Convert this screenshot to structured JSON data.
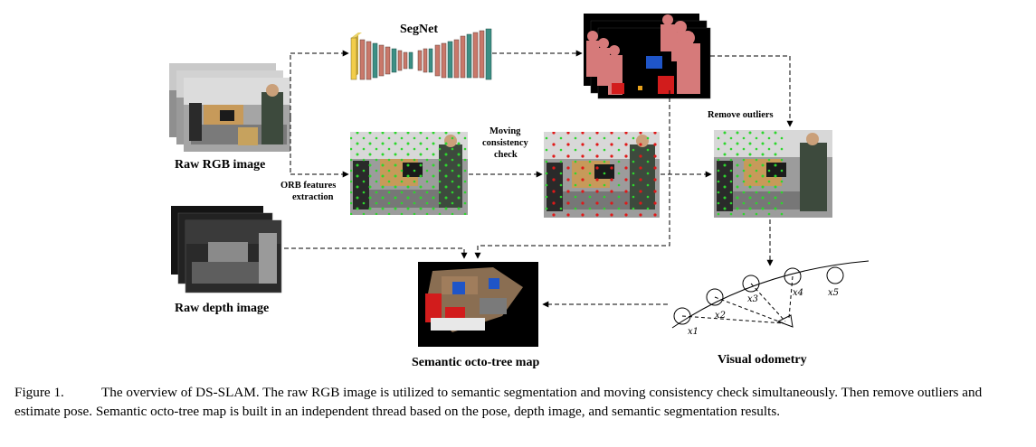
{
  "diagram": {
    "nodes": {
      "raw_rgb": "Raw RGB image",
      "segnet": "SegNet",
      "orb": [
        "ORB features",
        "extraction"
      ],
      "moving_check": [
        "Moving",
        "consistency",
        "check"
      ],
      "remove_outliers": "Remove outliers",
      "raw_depth": "Raw depth image",
      "octo_map": "Semantic octo-tree map",
      "visual_odometry": "Visual odometry"
    },
    "pose_labels": [
      "x1",
      "x2",
      "x3",
      "x4",
      "x5"
    ],
    "colors": {
      "feature_green": "#2dd62d",
      "outlier_red": "#e01818",
      "segment_pink": "#d67a7a",
      "segment_blue": "#1f55c8",
      "segnet_yellow": "#f2cd4a",
      "segnet_teal": "#3c8f85",
      "segnet_salmon": "#c9786a"
    }
  },
  "caption": {
    "figure_number": "Figure 1.",
    "text": "The overview of DS-SLAM. The raw RGB image is utilized to semantic segmentation and moving consistency check simultaneously. Then remove outliers and estimate pose. Semantic octo-tree map is built in an independent thread based on the pose, depth image, and semantic segmentation results."
  }
}
